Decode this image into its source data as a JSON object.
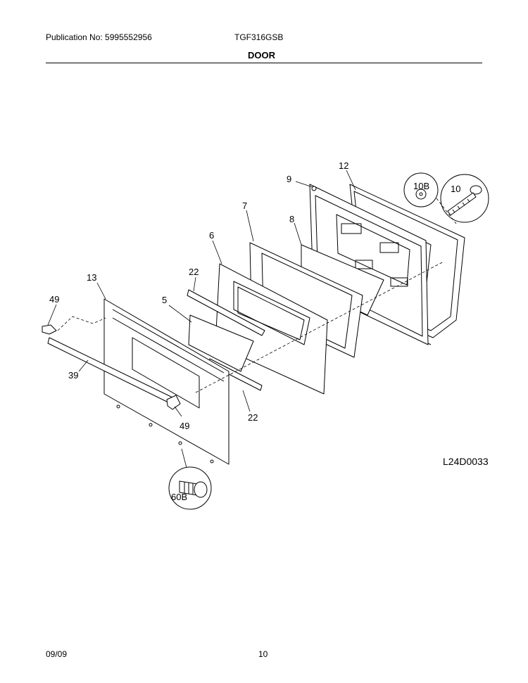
{
  "header": {
    "publication": "Publication No: 5995552956",
    "model": "TGF316GSB",
    "section_title": "DOOR"
  },
  "diagram": {
    "drawing_code": "L24D0033",
    "callouts": {
      "c9": "9",
      "c12": "12",
      "c10b": "10B",
      "c10": "10",
      "c7": "7",
      "c8": "8",
      "c6": "6",
      "c22_top": "22",
      "c13": "13",
      "c5": "5",
      "c49_left": "49",
      "c39": "39",
      "c49_bottom": "49",
      "c22_bottom": "22",
      "c60b": "60B"
    }
  },
  "footer": {
    "date": "09/09",
    "page_number": "10"
  }
}
